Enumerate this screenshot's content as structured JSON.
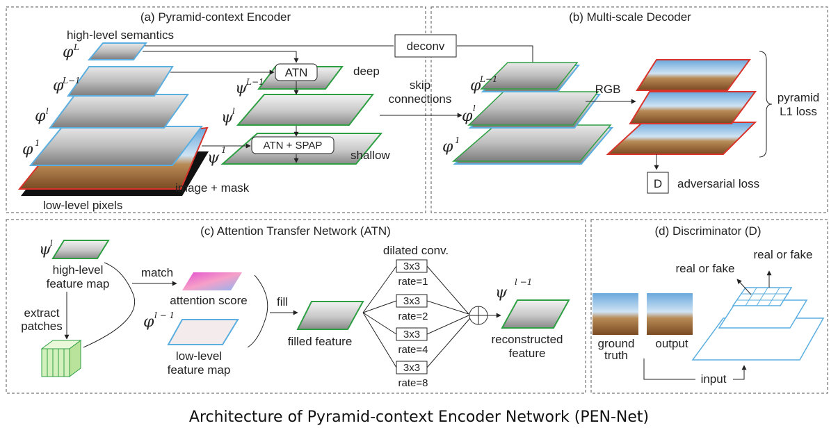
{
  "panels": {
    "a": "(a) Pyramid-context Encoder",
    "b": "(b) Multi-scale Decoder",
    "c": "(c) Attention Transfer Network (ATN)",
    "d": "(d) Discriminator (D)"
  },
  "encoder": {
    "high_level": "high-level semantics",
    "low_level": "low-level pixels",
    "image_mask": "image + mask",
    "deep": "deep",
    "shallow": "shallow",
    "atn": "ATN",
    "atn_spap": "ATN + SPAP",
    "deconv": "deconv",
    "skip": "skip",
    "connections": "connections",
    "phi": "φ",
    "psi": "ψ",
    "sup_L": "L",
    "sup_L1": "L−1",
    "sup_l": "l",
    "sup_1": "1"
  },
  "decoder": {
    "rgb": "RGB",
    "pyramid": "pyramid",
    "l1_loss": "L1 loss",
    "d": "D",
    "adversarial": "adversarial loss",
    "varphi": "φ",
    "sup_L1": "L−1",
    "sup_l": "l",
    "sup_1": "1"
  },
  "atn": {
    "psi_l_sup": "l",
    "high_feat_1": "high-level",
    "high_feat_2": "feature map",
    "extract_1": "extract",
    "extract_2": "patches",
    "match": "match",
    "attention": "attention score",
    "phi_sup": "l − 1",
    "low_feat_1": "low-level",
    "low_feat_2": "feature map",
    "fill": "fill",
    "filled": "filled feature",
    "dilated": "dilated conv.",
    "k": "3x3",
    "rates": [
      "rate=1",
      "rate=2",
      "rate=4",
      "rate=8"
    ],
    "psi_out_sup": "l −1",
    "recon_1": "reconstructed",
    "recon_2": "feature"
  },
  "disc": {
    "real_fake_1": "real or fake",
    "real_fake_2": "real or fake",
    "ground_1": "ground",
    "ground_2": "truth",
    "output": "output",
    "input": "input"
  },
  "caption": "Architecture of Pyramid-context Encoder Network (PEN-Net)",
  "colors": {
    "blue": "#5aaee0",
    "green": "#2ea043",
    "red": "#d9342b",
    "dash": "#555555"
  }
}
